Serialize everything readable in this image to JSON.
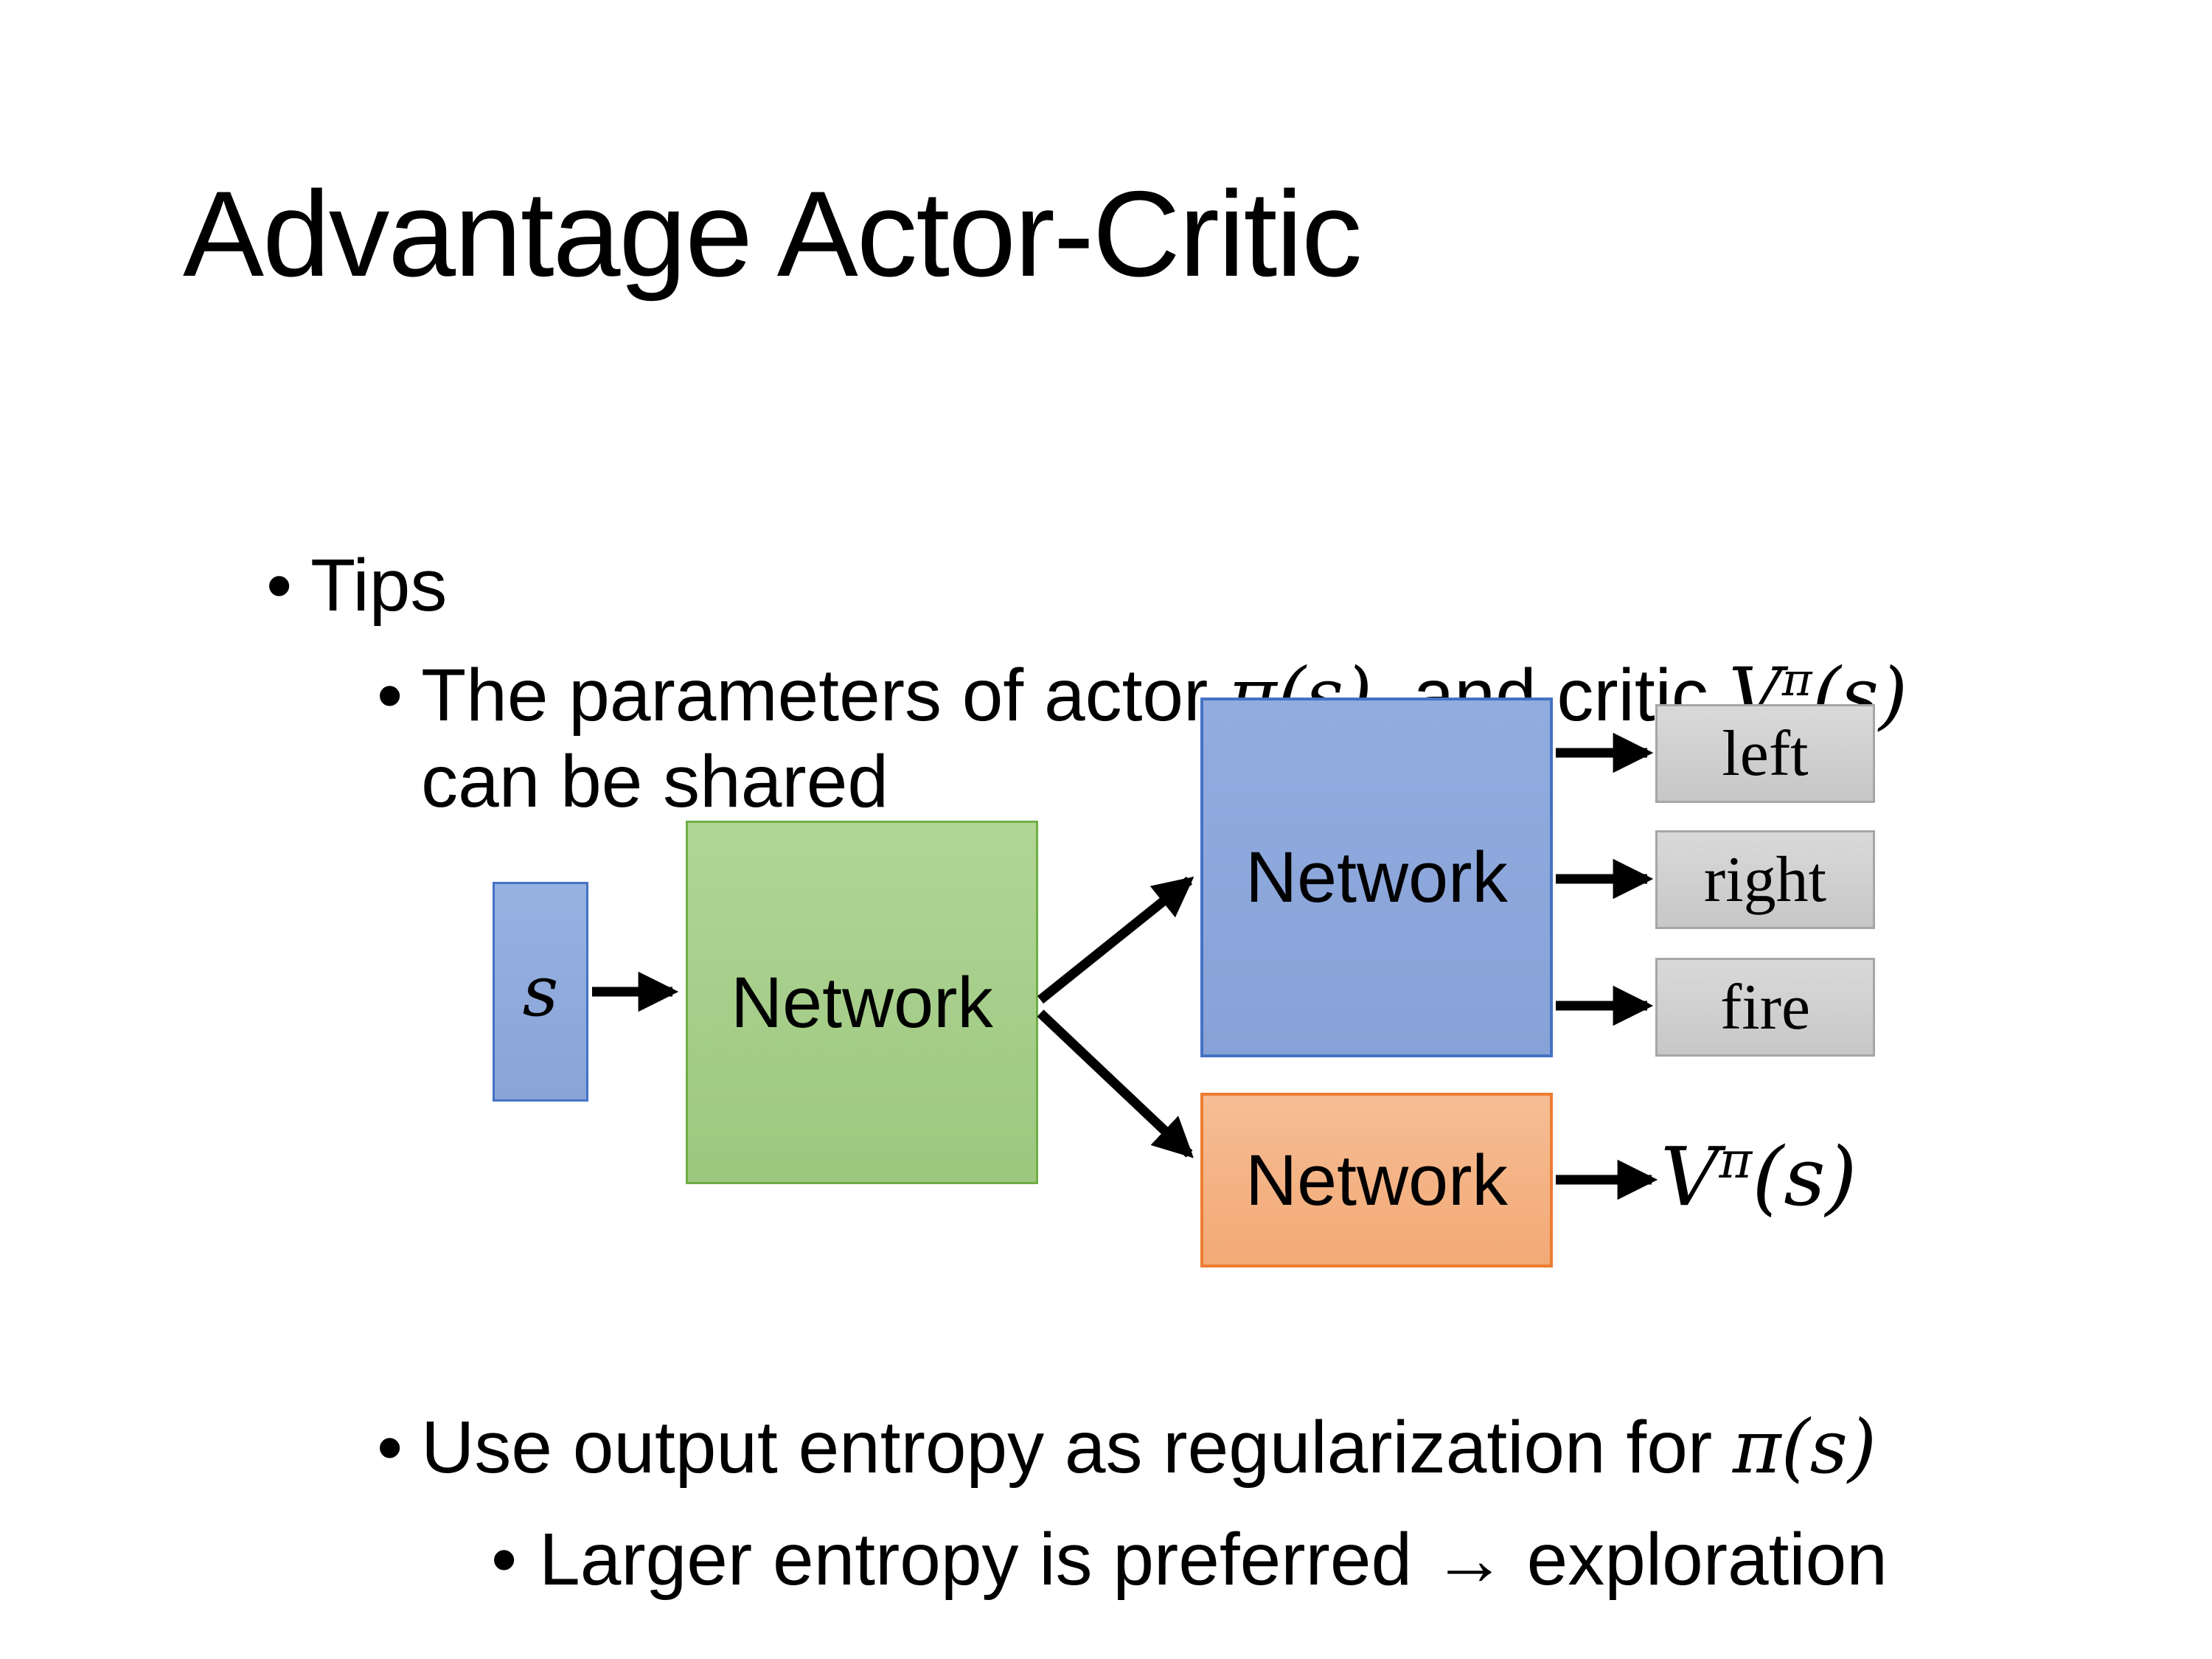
{
  "title": "Advantage Actor-Critic",
  "bullet_char": "•",
  "bullets": {
    "tips": "Tips",
    "shared": {
      "pre": "The parameters of actor ",
      "actor_math": "π(s)",
      "mid": "  and critic ",
      "critic_base": "V",
      "critic_sup": "π",
      "critic_arg": "(s)",
      "line2": "can be shared"
    },
    "entropy": {
      "pre": "Use output entropy as regularization for ",
      "math": "π(s)"
    },
    "exploration": "Larger entropy is preferred → exploration"
  },
  "diagram": {
    "state_label": "s",
    "shared_network": "Network",
    "actor_network": "Network",
    "critic_network": "Network",
    "actions": [
      "left",
      "right",
      "fire"
    ],
    "critic_output": {
      "base": "V",
      "sup": "π",
      "arg": "(s)"
    },
    "colors": {
      "state_fill": "#8faadc",
      "state_border": "#4472c4",
      "shared_fill": "#a9d18e",
      "shared_border": "#70ad47",
      "actor_fill": "#8faadc",
      "actor_border": "#4472c4",
      "critic_fill": "#f4b183",
      "critic_border": "#ed7d31",
      "action_fill": "#d2d2d2",
      "action_border": "#a6a6a6",
      "arrow": "#000000"
    }
  }
}
